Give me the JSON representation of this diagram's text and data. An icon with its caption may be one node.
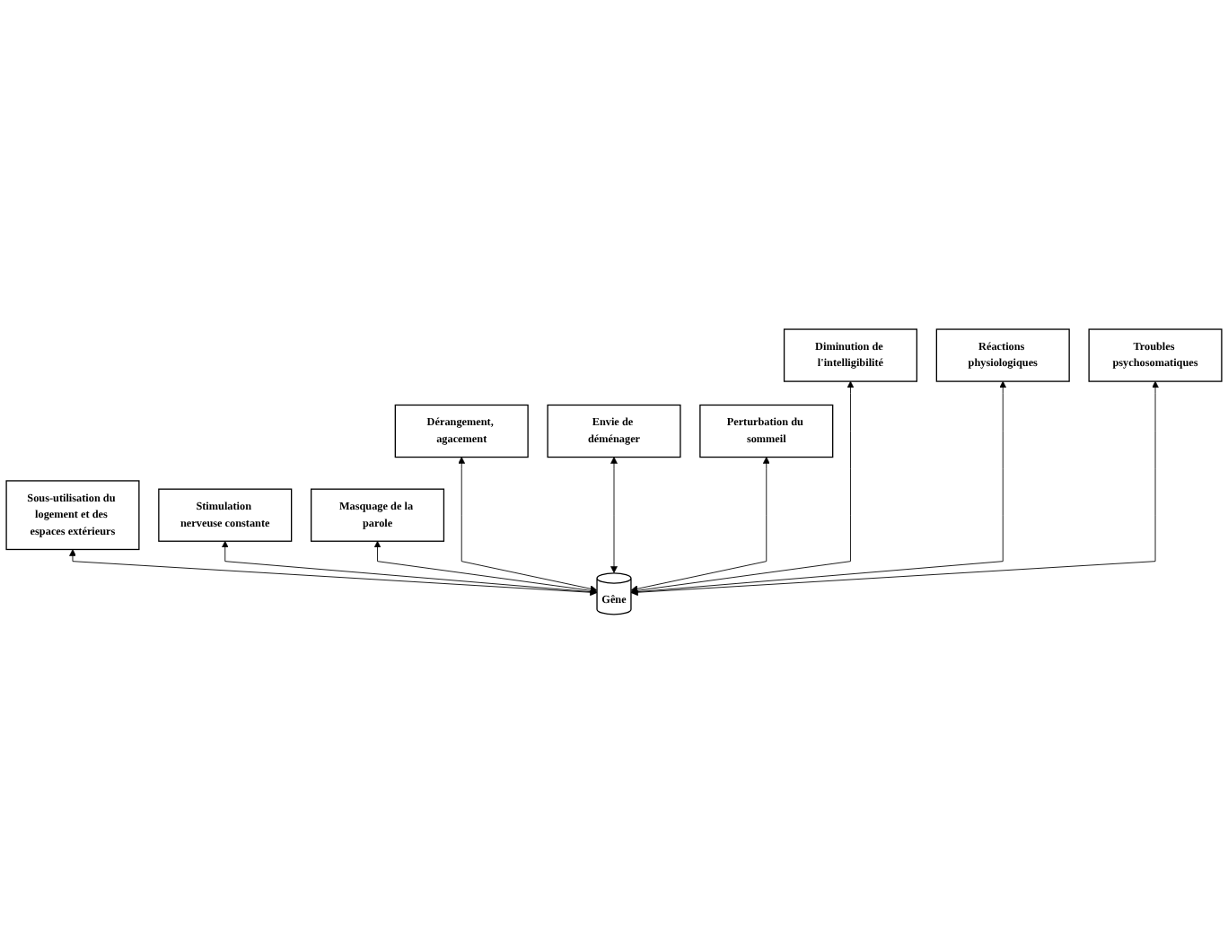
{
  "diagram": {
    "nodes": [
      {
        "text": [
          "Dérangement, agacement"
        ]
      },
      {
        "text": [
          "Envie de déménager"
        ]
      },
      {
        "text": [
          "Réactions physiologiques"
        ]
      },
      {
        "text": [
          "Sous-utilisation du logement et des espaces extérieurs"
        ]
      },
      {
        "text": [
          "Stimulation nerveuse constante"
        ]
      },
      {
        "text": [
          "Diminution de l'intelligibilité"
        ]
      },
      {
        "text": [
          "Perturbation du sommeil"
        ]
      },
      {
        "text": [
          "Masquage de la parole"
        ]
      },
      {
        "text": [
          "Troubles psychosomatiques"
        ]
      },
      {
        "text": [
          "Gêne"
        ]
      }
    ],
    "edges": [
      {
        "from": 9,
        "to": 3,
        "arrow": "both"
      },
      {
        "from": 9,
        "to": 1,
        "arrow": "both"
      },
      {
        "from": 9,
        "to": 5,
        "arrow": "both"
      },
      {
        "from": 9,
        "to": 7,
        "arrow": "both"
      },
      {
        "from": 9,
        "to": 0,
        "arrow": "both"
      },
      {
        "from": 9,
        "to": 2,
        "arrow": "both"
      },
      {
        "from": 9,
        "to": 4,
        "arrow": "both"
      },
      {
        "from": 9,
        "to": 6,
        "arrow": "both"
      },
      {
        "from": 9,
        "to": 8,
        "arrow": "both"
      }
    ]
  }
}
